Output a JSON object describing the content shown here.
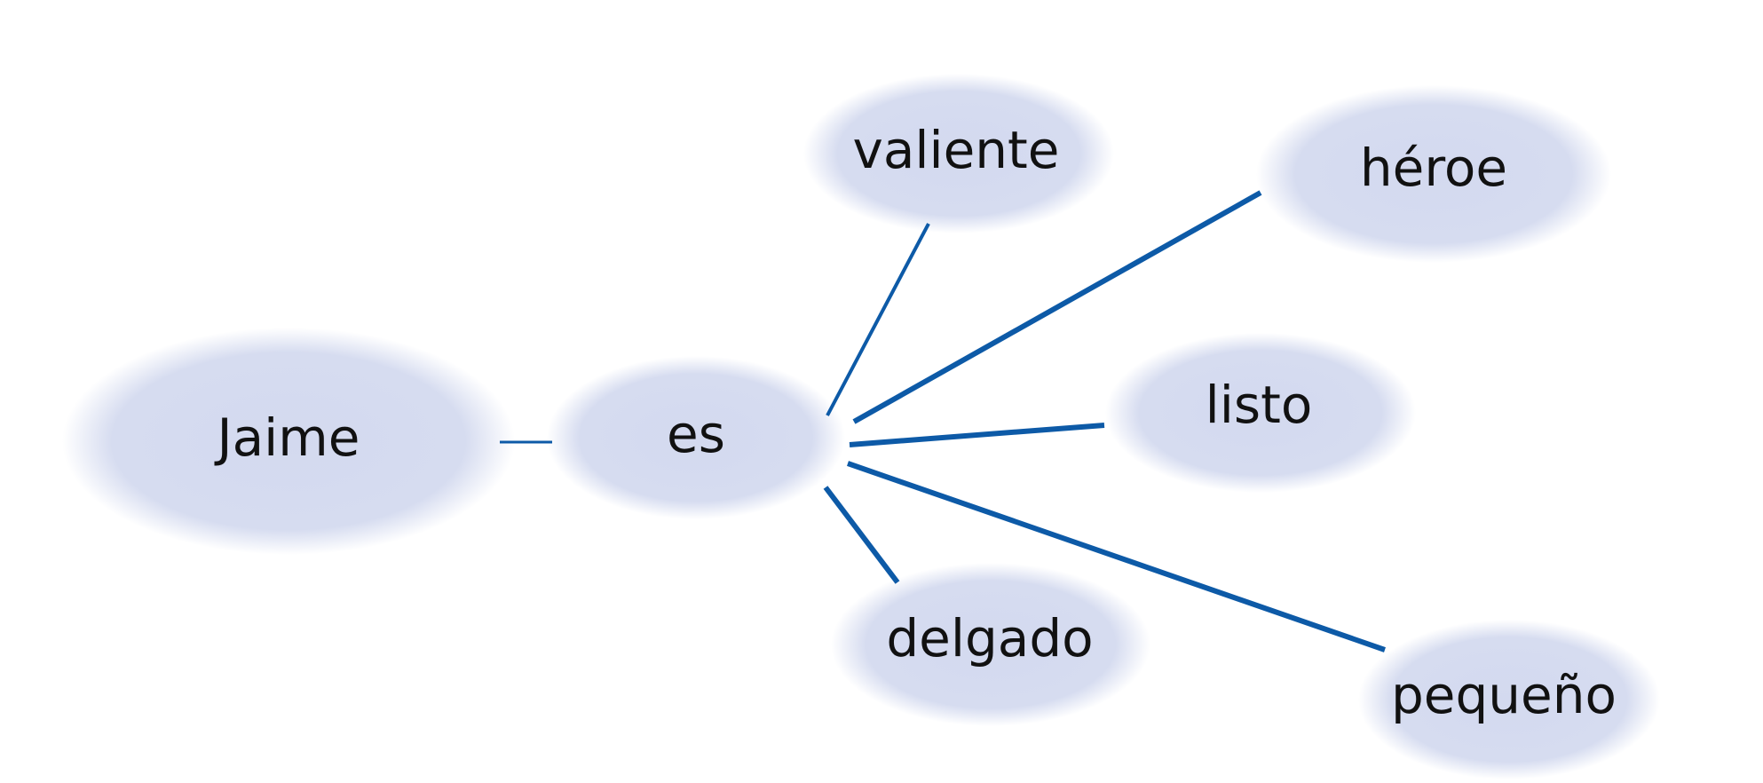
{
  "diagram": {
    "colors": {
      "connector": "#0d5aa7",
      "bubble": "#d5dbef",
      "text": "#111111"
    },
    "nodes": {
      "jaime": "Jaime",
      "es": "es",
      "valiente": "valiente",
      "heroe": "héroe",
      "listo": "listo",
      "delgado": "delgado",
      "pequeno": "pequeño"
    },
    "edges": [
      [
        "jaime",
        "es"
      ],
      [
        "es",
        "valiente"
      ],
      [
        "es",
        "heroe"
      ],
      [
        "es",
        "listo"
      ],
      [
        "es",
        "delgado"
      ],
      [
        "es",
        "pequeno"
      ]
    ]
  }
}
